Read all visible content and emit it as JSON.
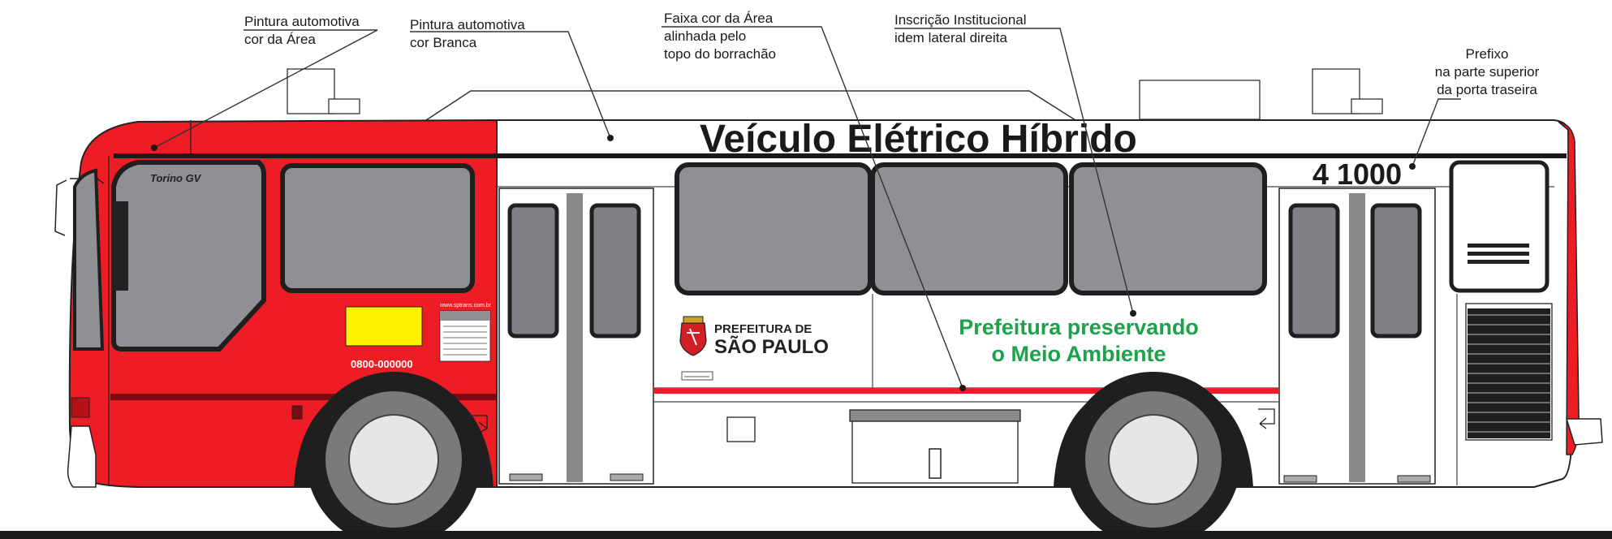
{
  "callouts": {
    "area_color": [
      "Pintura automotiva",
      "cor da Área"
    ],
    "white": [
      "Pintura automotiva",
      "cor Branca"
    ],
    "stripe": [
      "Faixa cor da Área",
      "alinhada pelo",
      "topo do borrachão"
    ],
    "institutional": [
      "Inscrição Institucional",
      "idem lateral direita"
    ],
    "prefix_note": [
      "Prefixo",
      "na parte superior",
      "da porta traseira"
    ]
  },
  "bus": {
    "headline": "Veículo Elétrico Híbrido",
    "prefix_number": "4 1000",
    "slogan": [
      "Prefeitura preservando",
      "o Meio Ambiente"
    ],
    "logo": [
      "PREFEITURA DE",
      "SÃO PAULO"
    ],
    "model_name": "Torino GV",
    "phone": "0800-000000",
    "website": "www.sptrans.com.br"
  },
  "colors": {
    "area_red": "#ee1c25",
    "body_white": "#ffffff",
    "window_gray": "#8f9094",
    "slogan_green": "#1aa34a",
    "yellow_panel": "#fff200",
    "ground": "#1a1a1a"
  }
}
